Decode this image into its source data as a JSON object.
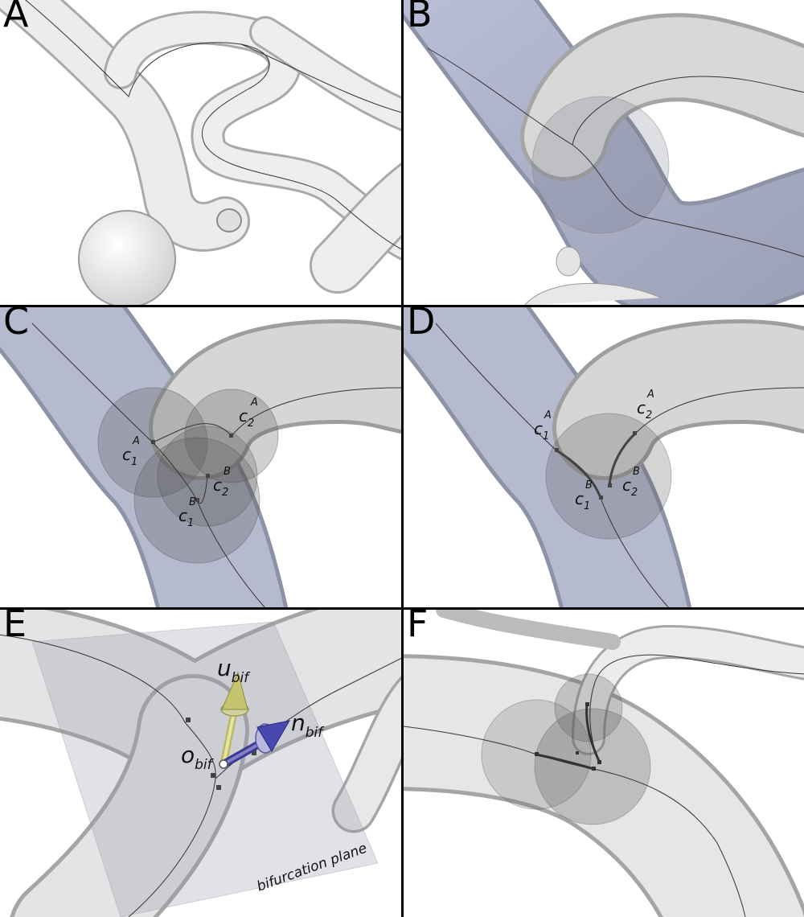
{
  "panels": {
    "A": {
      "label": "A"
    },
    "B": {
      "label": "B"
    },
    "C": {
      "label": "C",
      "points": [
        {
          "base": "c",
          "sub": "1",
          "sup": "A"
        },
        {
          "base": "c",
          "sub": "2",
          "sup": "A"
        },
        {
          "base": "c",
          "sub": "2",
          "sup": "B"
        },
        {
          "base": "c",
          "sub": "1",
          "sup": "B"
        }
      ]
    },
    "D": {
      "label": "D",
      "points": [
        {
          "base": "c",
          "sub": "1",
          "sup": "A"
        },
        {
          "base": "c",
          "sub": "2",
          "sup": "A"
        },
        {
          "base": "c",
          "sub": "1",
          "sup": "B"
        },
        {
          "base": "c",
          "sub": "2",
          "sup": "B"
        }
      ]
    },
    "E": {
      "label": "E",
      "vectors": {
        "u": {
          "base": "u",
          "sub": "bif",
          "color": "#c8c86a"
        },
        "n": {
          "base": "n",
          "sub": "bif",
          "color": "#4a4aa8"
        },
        "o": {
          "base": "o",
          "sub": "bif"
        }
      },
      "plane_label": "bifurcation plane"
    },
    "F": {
      "label": "F"
    }
  },
  "colors": {
    "vessel_fill": "#e6e6e6",
    "vessel_edge": "#9a9a9a",
    "tinted_vessel": "#aeb2c8",
    "sphere_fill": "#6a6a6a",
    "centerline": "#2a2a2a"
  }
}
